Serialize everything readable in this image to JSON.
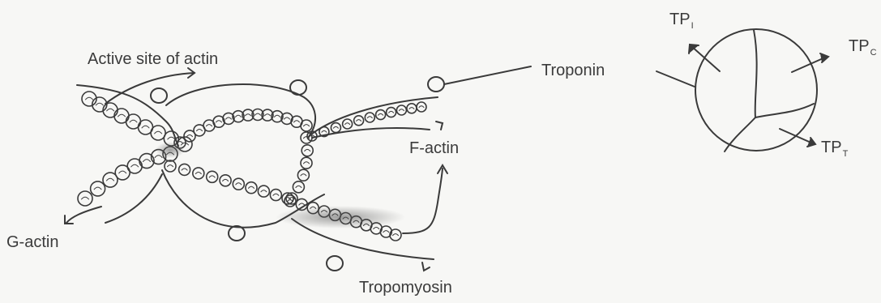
{
  "labels": {
    "active_site": "Active site of actin",
    "troponin": "Troponin",
    "f_actin": "F-actin",
    "g_actin": "G-actin",
    "tropomyosin": "Tropomyosin",
    "tp_i": {
      "base": "TP",
      "sub": "I"
    },
    "tp_c": {
      "base": "TP",
      "sub": "C"
    },
    "tp_t": {
      "base": "TP",
      "sub": "T"
    }
  },
  "colors": {
    "ink": "#3a3a3a",
    "background": "#f7f7f5"
  }
}
